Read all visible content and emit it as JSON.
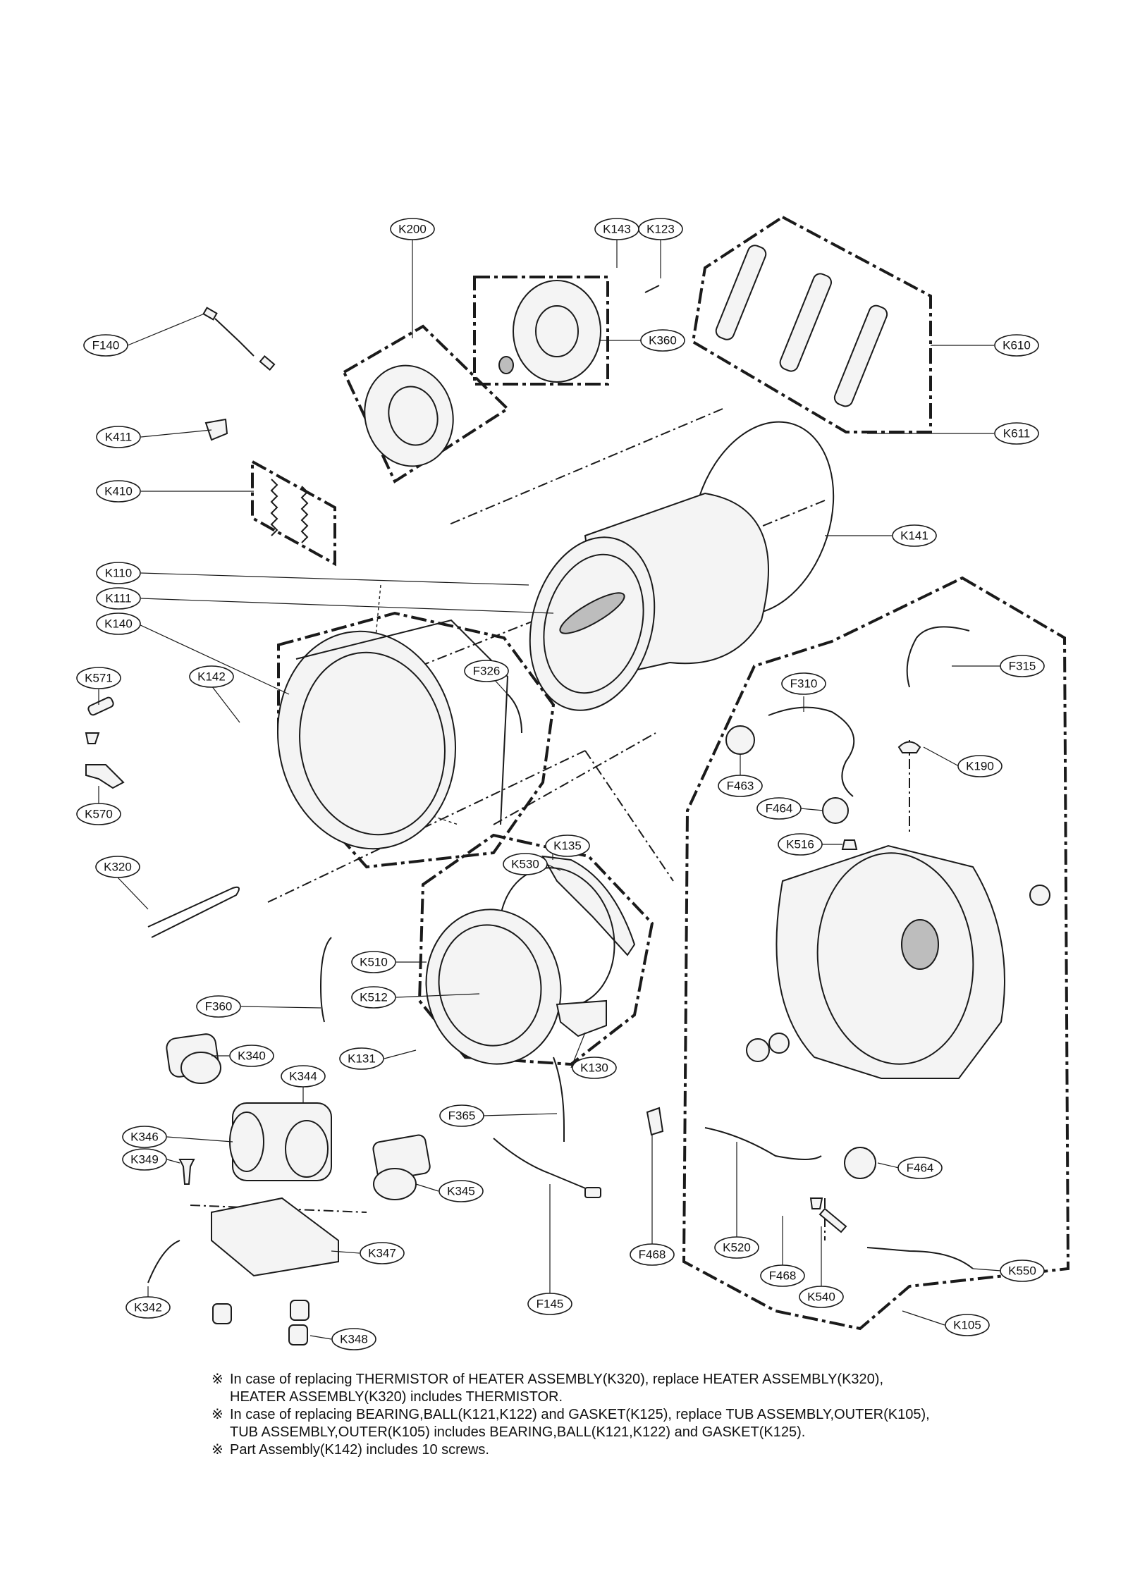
{
  "labels": {
    "K200": "K200",
    "K143": "K143",
    "K123": "K123",
    "K360": "K360",
    "K610": "K610",
    "K611": "K611",
    "F140": "F140",
    "K411": "K411",
    "K410": "K410",
    "K141": "K141",
    "K110": "K110",
    "K111": "K111",
    "K140": "K140",
    "K571": "K571",
    "K142": "K142",
    "F326": "F326",
    "F310": "F310",
    "F315": "F315",
    "K190": "K190",
    "F463": "F463",
    "F464a": "F464",
    "K516": "K516",
    "K570": "K570",
    "K320": "K320",
    "K135": "K135",
    "K530": "K530",
    "K510": "K510",
    "K512": "K512",
    "F360": "F360",
    "K340": "K340",
    "K131": "K131",
    "K130": "K130",
    "K344": "K344",
    "K346": "K346",
    "K349": "K349",
    "F365": "F365",
    "K345": "K345",
    "K347": "K347",
    "K342": "K342",
    "K348": "K348",
    "F145": "F145",
    "F468a": "F468",
    "K520": "K520",
    "F468b": "F468",
    "K540": "K540",
    "F464b": "F464",
    "K550": "K550",
    "K105": "K105"
  },
  "notes": [
    {
      "mark": "※",
      "lines": [
        "In case of replacing THERMISTOR of HEATER ASSEMBLY(K320), replace HEATER ASSEMBLY(K320),",
        "HEATER ASSEMBLY(K320) includes THERMISTOR."
      ]
    },
    {
      "mark": "※",
      "lines": [
        "In case of replacing BEARING,BALL(K121,K122) and GASKET(K125), replace TUB ASSEMBLY,OUTER(K105),",
        "TUB ASSEMBLY,OUTER(K105) includes BEARING,BALL(K121,K122) and GASKET(K125)."
      ]
    },
    {
      "mark": "※",
      "lines": [
        "Part Assembly(K142) includes 10 screws."
      ]
    }
  ]
}
